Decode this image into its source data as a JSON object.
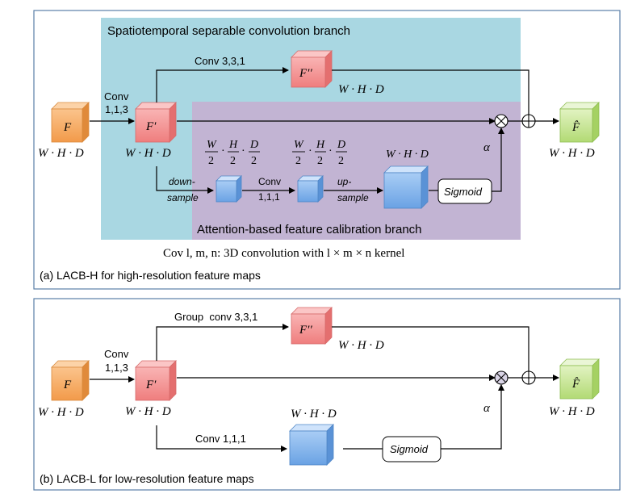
{
  "panel_a": {
    "branch_top_title": "Spatiotemporal separable convolution branch",
    "branch_bottom_title": "Attention-based feature calibration branch",
    "input_label": "F",
    "input_dim": "W · H · D",
    "conv_label_line1": "Conv",
    "conv_label_line2": "1,1,3",
    "fprime_label": "F′",
    "fprime_dim": "W · H · D",
    "top_conv_label": "Conv 3,3,1",
    "fdouble_label": "F′′",
    "fdouble_dim": "W · H · D",
    "half_dims_1": {
      "w": "W",
      "h": "H",
      "d": "D",
      "den": "2"
    },
    "half_dims_2": {
      "w": "W",
      "h": "H",
      "d": "D",
      "den": "2"
    },
    "full_dim_small": "W · H · D",
    "downsample_line1": "down-",
    "downsample_line2": "sample",
    "conv111_line1": "Conv",
    "conv111_line2": "1,1,1",
    "upsample_line1": "up-",
    "upsample_line2": "sample",
    "sigmoid_label": "Sigmoid",
    "alpha_label": "α",
    "output_label": "F̂",
    "output_dim": "W · H · D",
    "conv_note": "Cov l, m, n: 3D convolution with l × m × n kernel",
    "caption": "(a) LACB-H for high-resolution feature maps"
  },
  "panel_b": {
    "input_label": "F",
    "input_dim": "W · H · D",
    "conv_label_line1": "Conv",
    "conv_label_line2": "1,1,3",
    "fprime_label": "F′",
    "fprime_dim": "W · H · D",
    "top_conv_label": "Group  conv 3,3,1",
    "fdouble_label": "F′′",
    "fdouble_dim": "W · H · D",
    "blue_dim": "W · H · D",
    "bottom_conv_label": "Conv 1,1,1",
    "sigmoid_label": "Sigmoid",
    "alpha_label": "α",
    "output_label": "F̂",
    "output_dim": "W · H · D",
    "caption": "(b) LACB-L for low-resolution feature maps"
  },
  "colors": {
    "panel_border": "#5b7fa8",
    "top_branch_bg": "#a9d7e2",
    "bottom_branch_bg": "#c2b4d3",
    "orange_cube": "#f7a65c",
    "red_cube": "#f28c8c",
    "blue_cube": "#7fb1ea",
    "green_cube": "#bfe18a"
  }
}
